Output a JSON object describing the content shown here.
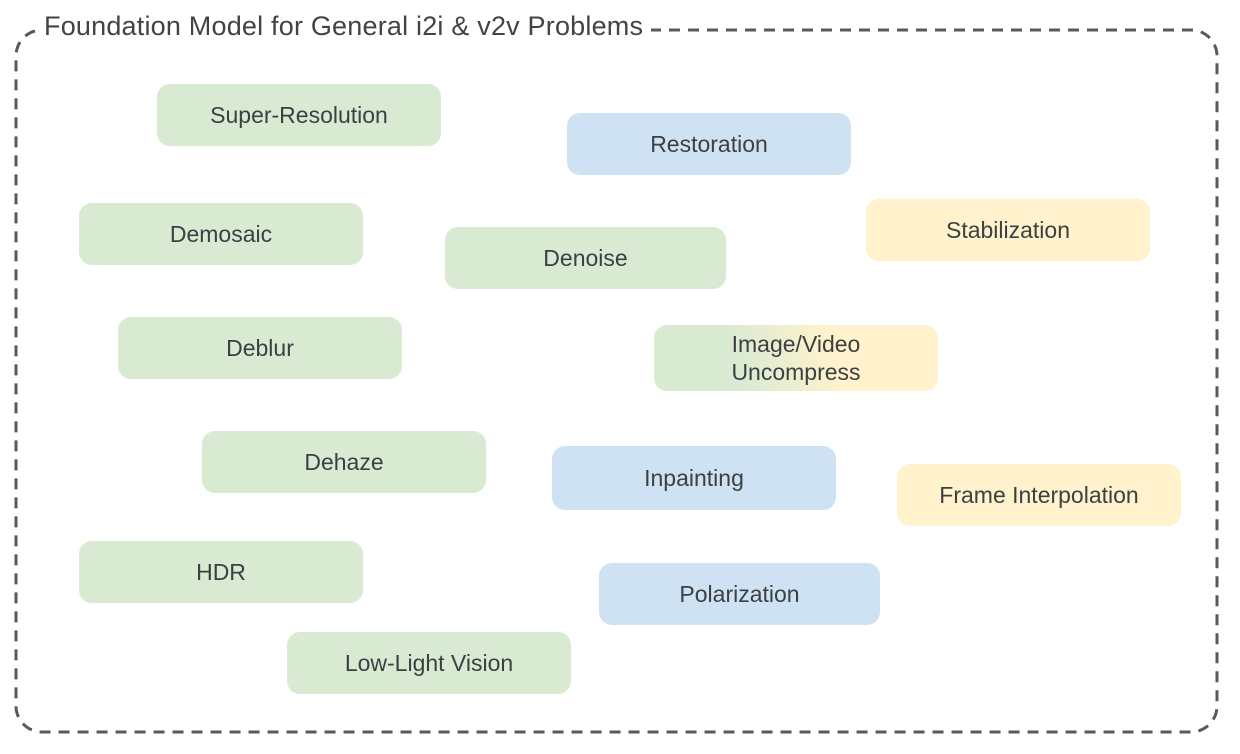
{
  "figure": {
    "title": "Foundation Model for General i2i & v2v Problems"
  },
  "colors": {
    "pill_green": "#d9ead3",
    "pill_blue": "#cfe2f3",
    "pill_yellow": "#fff2cc",
    "uncompress_gradient_from": "#d9ead3",
    "uncompress_gradient_to": "#fff2cc",
    "dashed_border": "#595959",
    "text": "#3c4043"
  },
  "pills": [
    {
      "label": "Super-Resolution",
      "color": "green"
    },
    {
      "label": "Restoration",
      "color": "blue"
    },
    {
      "label": "Demosaic",
      "color": "green"
    },
    {
      "label": "Denoise",
      "color": "green"
    },
    {
      "label": "Stabilization",
      "color": "yellow"
    },
    {
      "label": "Deblur",
      "color": "green"
    },
    {
      "label": "Image/Video Uncompress",
      "color": "green-to-yellow-gradient"
    },
    {
      "label": "Dehaze",
      "color": "green"
    },
    {
      "label": "Inpainting",
      "color": "blue"
    },
    {
      "label": "Frame Interpolation",
      "color": "yellow"
    },
    {
      "label": "HDR",
      "color": "green"
    },
    {
      "label": "Polarization",
      "color": "blue"
    },
    {
      "label": "Low-Light Vision",
      "color": "green"
    }
  ]
}
